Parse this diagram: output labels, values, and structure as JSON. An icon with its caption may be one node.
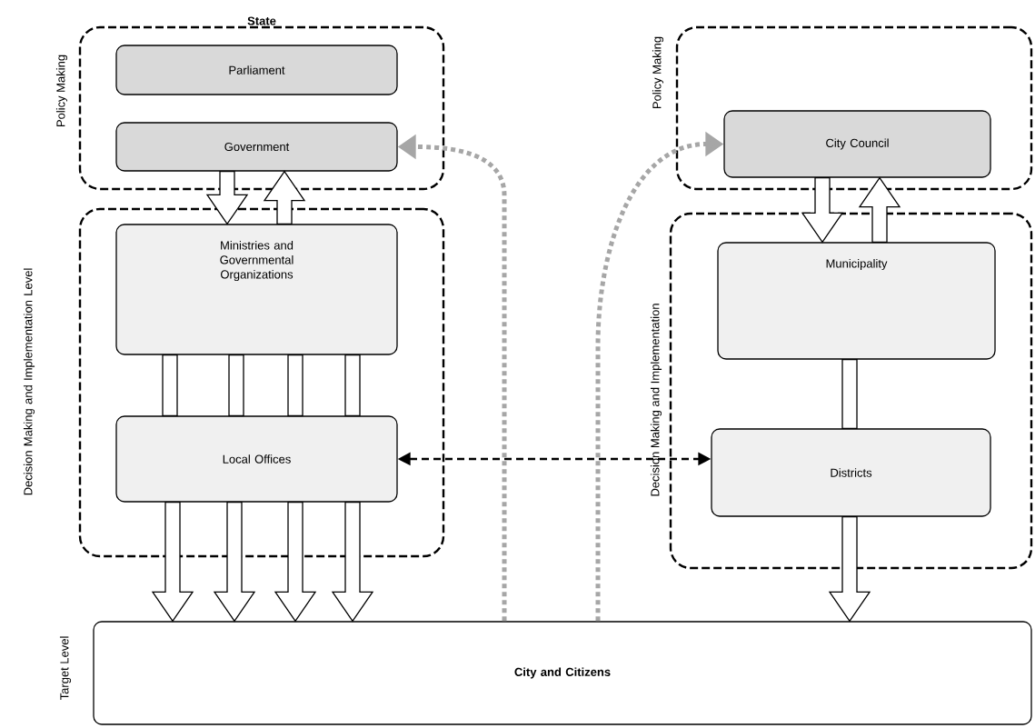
{
  "diagram": {
    "nodes": [
      {
        "text": [
          "State"
        ]
      },
      {
        "text": [
          "Parliament"
        ],
        "in": 0
      },
      {
        "text": [
          "Government"
        ],
        "in": 0
      },
      {
        "text": [],
        "shape": "box"
      },
      {
        "text": [
          "Ministries and Governmental Organizations"
        ],
        "in": 3
      },
      {
        "text": [
          "Local Offices"
        ],
        "in": 3
      },
      {
        "text": [],
        "shape": "box"
      },
      {
        "text": [
          "City Council"
        ],
        "in": 6
      },
      {
        "text": [],
        "shape": "box"
      },
      {
        "text": [
          "Municipality"
        ],
        "in": 8
      },
      {
        "text": [
          "Districts"
        ],
        "in": 8
      },
      {
        "text": [
          "**City and Citizens**"
        ]
      }
    ],
    "edges": [
      {
        "from": 2,
        "to": 4,
        "arrow": "to"
      },
      {
        "from": 4,
        "to": 2,
        "arrow": "to"
      },
      {
        "from": 4,
        "to": 5,
        "arrow": "none"
      },
      {
        "from": 4,
        "to": 5,
        "arrow": "none"
      },
      {
        "from": 4,
        "to": 5,
        "arrow": "none"
      },
      {
        "from": 4,
        "to": 5,
        "arrow": "none"
      },
      {
        "from": 5,
        "to": 11,
        "arrow": "to"
      },
      {
        "from": 5,
        "to": 11,
        "arrow": "to"
      },
      {
        "from": 5,
        "to": 11,
        "arrow": "to"
      },
      {
        "from": 5,
        "to": 11,
        "arrow": "to"
      },
      {
        "from": 7,
        "to": 9,
        "arrow": "to"
      },
      {
        "from": 9,
        "to": 7,
        "arrow": "to"
      },
      {
        "from": 9,
        "to": 10,
        "arrow": "none"
      },
      {
        "from": 10,
        "to": 11,
        "arrow": "to"
      },
      {
        "from": 5,
        "to": 10,
        "arrow": "both",
        "style": "dashed",
        "color": "#000000"
      },
      {
        "from": 11,
        "to": 2,
        "arrow": "to",
        "style": "dashed",
        "color": "#a6a6a6"
      },
      {
        "from": 11,
        "to": 7,
        "arrow": "to",
        "style": "dashed",
        "color": "#a6a6a6"
      }
    ],
    "labels": [
      "Policy Making",
      "Decision Making and Implementation Level",
      "Target Level",
      "Policy Making",
      "Decision Making and Implementation"
    ]
  }
}
